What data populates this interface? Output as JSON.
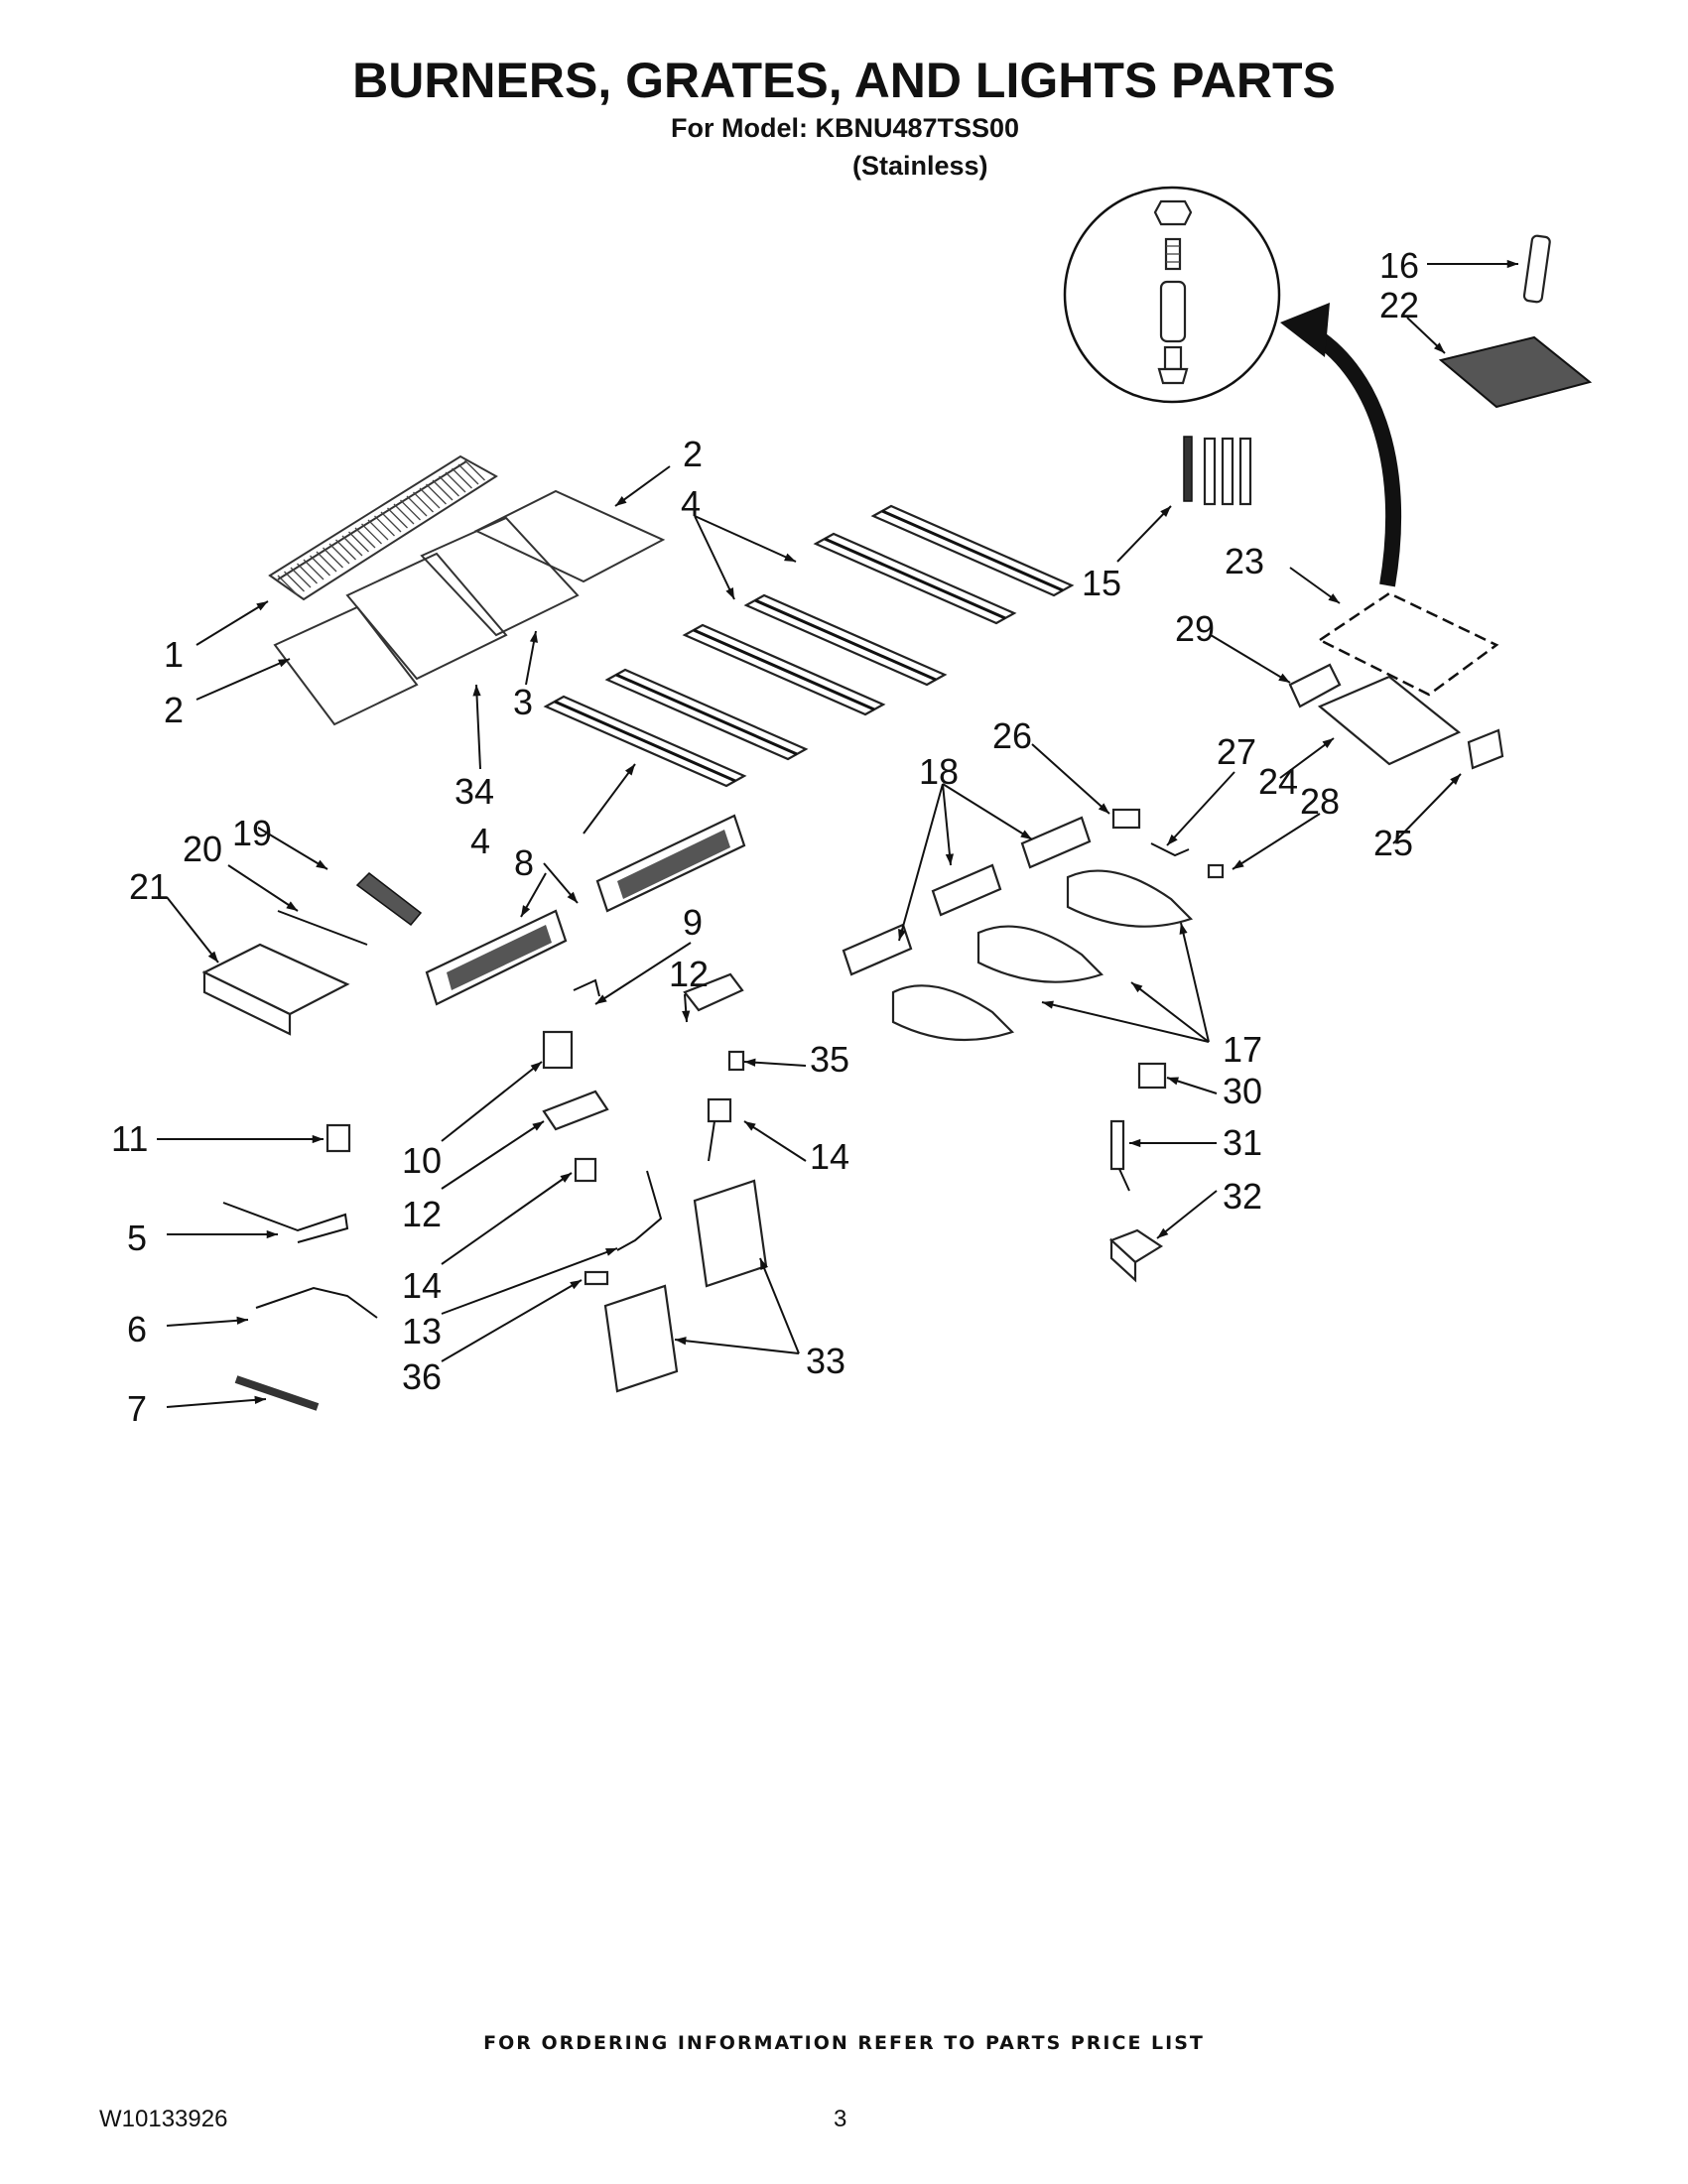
{
  "header": {
    "title": "BURNERS, GRATES, AND LIGHTS PARTS",
    "model_line": "For Model: KBNU487TSS00",
    "finish": "(Stainless)"
  },
  "callouts": {
    "c1": "1",
    "c2a": "2",
    "c2b": "2",
    "c3": "3",
    "c4a": "4",
    "c4b": "4",
    "c5": "5",
    "c6": "6",
    "c7": "7",
    "c8": "8",
    "c9": "9",
    "c10": "10",
    "c11": "11",
    "c12a": "12",
    "c12b": "12",
    "c13": "13",
    "c14a": "14",
    "c14b": "14",
    "c15": "15",
    "c16": "16",
    "c17": "17",
    "c18": "18",
    "c19": "19",
    "c20": "20",
    "c21": "21",
    "c22": "22",
    "c23": "23",
    "c24": "24",
    "c25": "25",
    "c26": "26",
    "c27": "27",
    "c28": "28",
    "c29": "29",
    "c30": "30",
    "c31": "31",
    "c32": "32",
    "c33": "33",
    "c34": "34",
    "c35": "35",
    "c36": "36"
  },
  "footer": {
    "ordering_note": "FOR ORDERING INFORMATION REFER TO PARTS PRICE LIST",
    "document_number": "W10133926",
    "page_number": "3"
  }
}
